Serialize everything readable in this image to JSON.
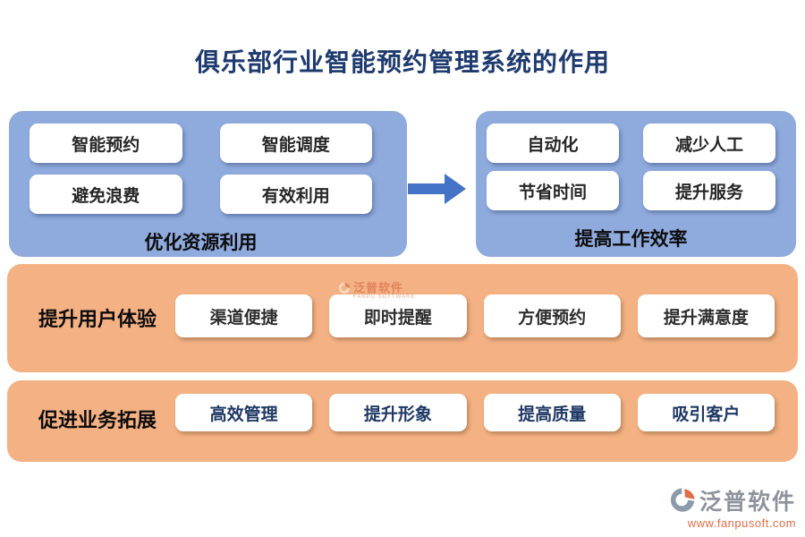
{
  "title": "俱乐部行业智能预约管理系统的作用",
  "colors": {
    "title_navy": "#1E3A6E",
    "box_blue": "#8FAADC",
    "arrow_blue": "#4472C4",
    "row_orange": "#F4B183",
    "pill_navy_text": "#1F3864",
    "brand_gray": "#8E939B",
    "url_orange": "#DE6E48"
  },
  "blue_section": {
    "left": {
      "label": "优化资源利用",
      "pills": [
        "智能预约",
        "智能调度",
        "避免浪费",
        "有效利用"
      ]
    },
    "right": {
      "label": "提高工作效率",
      "pills": [
        "自动化",
        "减少人工",
        "节省时间",
        "提升服务"
      ]
    }
  },
  "orange_rows": [
    {
      "label": "提升用户体验",
      "pills": [
        "渠道便捷",
        "即时提醒",
        "方便预约",
        "提升满意度"
      ]
    },
    {
      "label": "促进业务拓展",
      "pills": [
        "高效管理",
        "提升形象",
        "提高质量",
        "吸引客户"
      ]
    }
  ],
  "watermark": {
    "name": "泛普软件",
    "subtitle": "FANPU SOFTWARE"
  },
  "footer": {
    "brand": "泛普软件",
    "url": "www.fanpusoft.com"
  }
}
